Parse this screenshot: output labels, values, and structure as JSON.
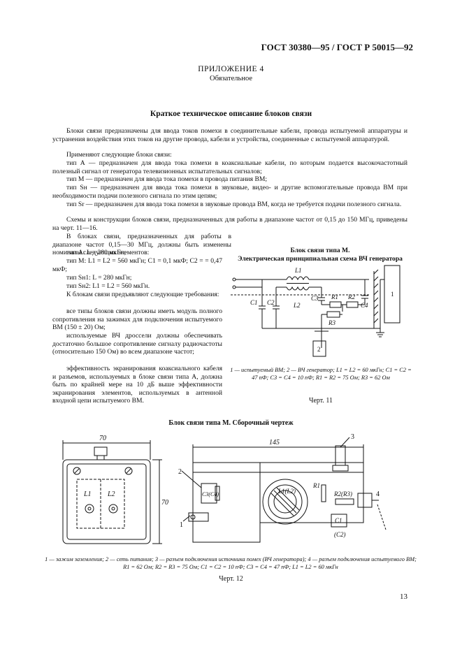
{
  "header": "ГОСТ 30380—95 / ГОСТ Р 50015—92",
  "appendix": {
    "title": "ПРИЛОЖЕНИЕ 4",
    "subtitle": "Обязательное"
  },
  "section_title": "Краткое техническое описание блоков связи",
  "paragraphs_full": [
    "Блоки связи предназначены для ввода токов помехи в соединительные кабели, провода испытуемой аппаратуры и устранения воздействия этих токов на другие провода, кабели и устройства, соединенные с испытуемой аппаратурой.",
    "Применяют следующие блоки связи:",
    "тип А — предназначен для ввода тока помехи в коаксиальные кабели, по которым подается высокочастотный полезный сигнал от генератора телевизионных испытательных сигналов;",
    "тип М — предназначен для ввода тока помехи в провода питания ВМ;",
    "тип Sн — предназначен для ввода тока помехи в звуковые, видео- и другие вспомогательные провода ВМ при необходимости подачи полезного сигнала по этим цепям;",
    "тип Sr — предназначен для ввода тока помехи в звуковые провода ВМ, когда не требуется подачи полезного сигнала.",
    "Схемы и конструкции блоков связи, предназначенных для работы в диапазоне частот от 0,15 до 150 МГц, приведены на черт. 11—16.",
    "В блоках связи, предназначенных для работы в диапазоне частот 0,15—30 МГц, должны быть изменены номиналы следующих элементов:"
  ],
  "paragraphs_col": [
    "тип А: L = 280 мкГн;",
    "тип М: L1 = L2 = 560 мкГн; C1 = 0,1 мкФ; C2 = = 0,47 мкФ;",
    "тип Sн1: L = 280 мкГн;",
    "тип Sн2: L1 = L2 = 560 мкГн.",
    "К блокам связи предъявляют следующие требования:",
    "все типы блоков связи должны иметь модуль полного сопротивления на зажимах для подключения испытуемого ВМ (150 ± 20) Ом;",
    "используемые ВЧ дроссели должны обеспечивать достаточно большое сопротивление сигналу радиочастоты (относительно 150 Ом) во всем диапазоне частот;",
    "эффективность экранирования коаксиального кабеля и разъемов, используемых в блоке связи типа А, должна быть по крайней мере на 10 дБ выше эффективности экранирования элементов, используемых в антенной входной цепи испытуемого ВМ."
  ],
  "schematic": {
    "title1": "Блок связи типа М.",
    "title2": "Электрическая принципиальная схема ВЧ генератора",
    "labels": {
      "L1": "L1",
      "L2": "L2",
      "C1": "C1",
      "C2": "C2",
      "C3": "C3",
      "C4": "C4",
      "R1": "R1",
      "R2": "R2",
      "R3": "R3",
      "n1": "1",
      "n2": "2"
    },
    "caption": "1 — испытуемый ВМ; 2 — ВЧ генератор; L1 = L2 = 60 мкГн; C1 = C2 = 47 пФ; C3 = C4 = 10 пФ; R1 = R2 = 75 Ом; R3 = 62 Ом",
    "fig": "Черт. 11"
  },
  "assembly": {
    "title": "Блок связи типа М. Сборочный чертеж",
    "dims": {
      "w70": "70",
      "h70": "70",
      "w145": "145"
    },
    "labels": {
      "L1": "L1",
      "L2": "L2",
      "L1L2": "L1(L2)",
      "C3C4": "C3(C4)",
      "R1": "R1",
      "R2R3": "R2(R3)",
      "C1": "C1",
      "C2": "(C2)",
      "n1": "1",
      "n2": "2",
      "n3": "3",
      "n4": "4"
    },
    "caption": "1 — зажим заземления; 2 — сеть питания; 3 — разъем подключения источника помех (ВЧ генератора); 4 — разъем подключения испытуемого ВМ; R1 = 62 Ом; R2 = R3 = 75 Ом; C1 = C2 = 10 пФ; C3 = C4 = 47 пФ; L1 = L2 = 60 мкГн",
    "fig": "Черт. 12"
  },
  "page_number": "13"
}
